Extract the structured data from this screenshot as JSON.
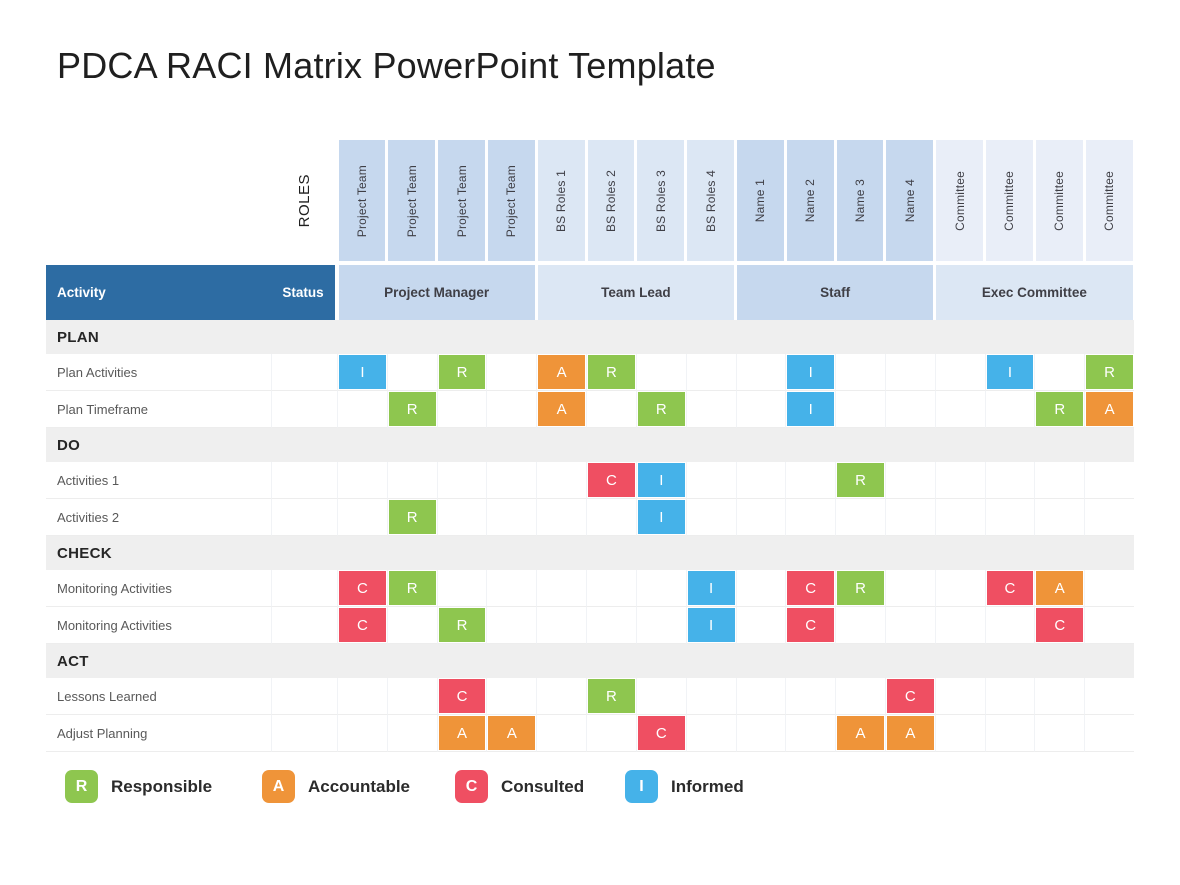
{
  "title": "PDCA RACI Matrix PowerPoint Template",
  "roles_label": "ROLES",
  "corner": {
    "activity": "Activity",
    "status": "Status"
  },
  "colors": {
    "header_blue": "#2d6ca3",
    "medium": "#c6d8ee",
    "light": "#dce7f4",
    "lightest": "#e9eef8",
    "section_bg": "#efefef",
    "raci": {
      "R": "#8ec64f",
      "A": "#ef9439",
      "C": "#ef4f62",
      "I": "#45b2e9"
    }
  },
  "groups": [
    {
      "label": "Project Manager",
      "header_shade": "medium",
      "column_shade": "medium",
      "columns": [
        "Project Team",
        "Project Team",
        "Project Team",
        "Project Team"
      ]
    },
    {
      "label": "Team Lead",
      "header_shade": "light",
      "column_shade": "light",
      "columns": [
        "BS Roles 1",
        "BS Roles 2",
        "BS Roles 3",
        "BS Roles 4"
      ]
    },
    {
      "label": "Staff",
      "header_shade": "medium",
      "column_shade": "medium",
      "columns": [
        "Name 1",
        "Name 2",
        "Name 3",
        "Name 4"
      ]
    },
    {
      "label": "Exec Committee",
      "header_shade": "light",
      "column_shade": "lightest",
      "columns": [
        "Committee",
        "Committee",
        "Committee",
        "Committee"
      ]
    }
  ],
  "sections": [
    {
      "label": "PLAN",
      "rows": [
        {
          "label": "Plan Activities",
          "cells": {
            "1": "I",
            "3": "R",
            "5": "A",
            "6": "R",
            "10": "I",
            "14": "I",
            "16": "R"
          }
        },
        {
          "label": "Plan Timeframe",
          "cells": {
            "2": "R",
            "5": "A",
            "7": "R",
            "10": "I",
            "15": "R",
            "16": "A"
          }
        }
      ]
    },
    {
      "label": "DO",
      "rows": [
        {
          "label": "Activities 1",
          "cells": {
            "6": "C",
            "7": "I",
            "11": "R"
          }
        },
        {
          "label": "Activities 2",
          "cells": {
            "2": "R",
            "7": "I"
          }
        }
      ]
    },
    {
      "label": "CHECK",
      "rows": [
        {
          "label": "Monitoring Activities",
          "cells": {
            "1": "C",
            "2": "R",
            "8": "I",
            "10": "C",
            "11": "R",
            "14": "C",
            "15": "A"
          }
        },
        {
          "label": "Monitoring Activities",
          "cells": {
            "1": "C",
            "3": "R",
            "8": "I",
            "10": "C",
            "15": "C"
          }
        }
      ]
    },
    {
      "label": "ACT",
      "rows": [
        {
          "label": "Lessons Learned",
          "cells": {
            "3": "C",
            "6": "R",
            "12": "C"
          }
        },
        {
          "label": "Adjust Planning",
          "cells": {
            "3": "A",
            "4": "A",
            "7": "C",
            "11": "A",
            "12": "A"
          }
        }
      ]
    }
  ],
  "legend": [
    {
      "letter": "R",
      "label": "Responsible",
      "color": "#8ec64f"
    },
    {
      "letter": "A",
      "label": "Accountable",
      "color": "#ef9439"
    },
    {
      "letter": "C",
      "label": "Consulted",
      "color": "#ef4f62"
    },
    {
      "letter": "I",
      "label": "Informed",
      "color": "#45b2e9"
    }
  ]
}
